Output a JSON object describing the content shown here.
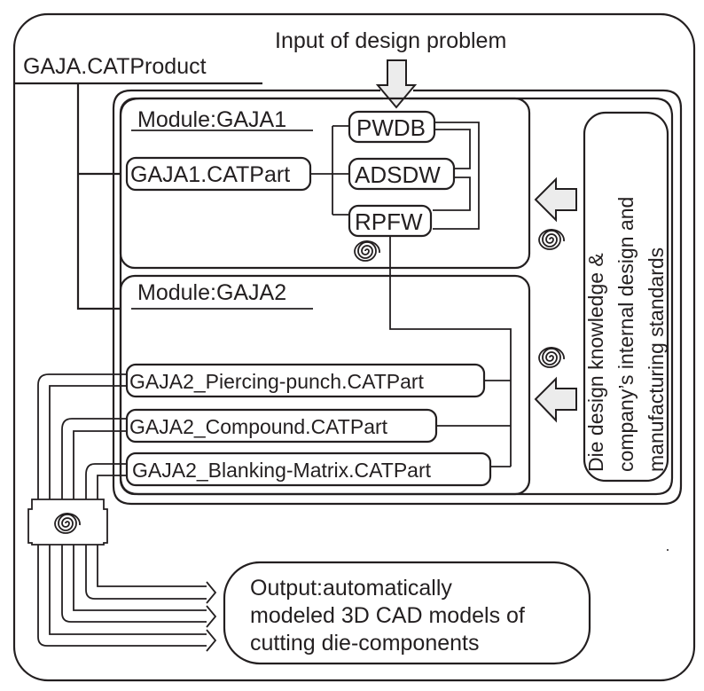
{
  "diagram": {
    "input_label": "Input of design problem",
    "product_label": "GAJA.CATProduct",
    "module1": {
      "title": "Module:GAJA1",
      "part": "GAJA1.CATPart",
      "workflows": [
        "PWDB",
        "ADSDW",
        "RPFW"
      ]
    },
    "module2": {
      "title": "Module:GAJA2",
      "parts": [
        "GAJA2_Piercing-punch.CATPart",
        "GAJA2_Compound.CATPart",
        "GAJA2_Blanking-Matrix.CATPart"
      ]
    },
    "knowledge_box": {
      "lines": [
        "Die design knowledge &",
        "company’s internal design and",
        "manufacturing standards"
      ]
    },
    "output_box": {
      "lines": [
        "Output:automatically",
        "modeled 3D CAD models of",
        "cutting die-components"
      ]
    },
    "icons": {
      "input_arrow": "down-arrow-icon",
      "knowledge_arrows": "left-arrow-icon",
      "process": "spiral-icon",
      "output_arrows": "right-arrow-icon"
    },
    "colors": {
      "line": "#231f20",
      "arrow_fill": "#ececec",
      "background": "#ffffff"
    }
  }
}
